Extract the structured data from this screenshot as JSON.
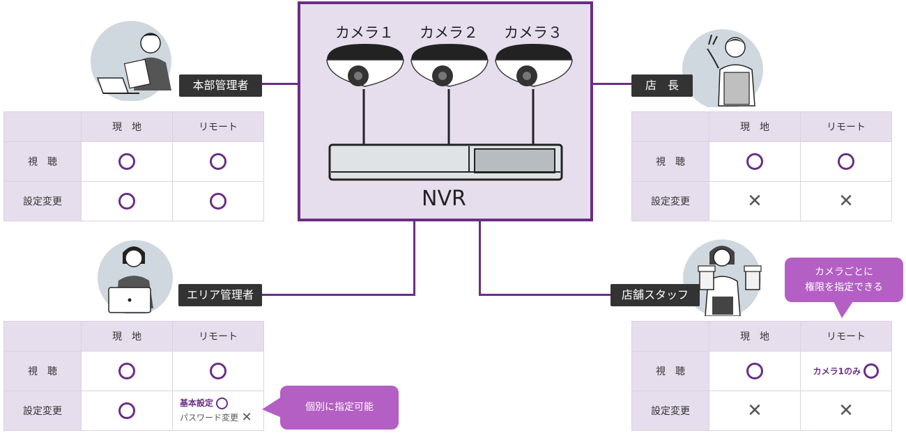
{
  "cameras": [
    "カメラ１",
    "カメラ２",
    "カメラ３"
  ],
  "nvr_label": "NVR",
  "table_headers": {
    "onsite": "現　地",
    "remote": "リモート"
  },
  "row_labels": {
    "view": "視　聴",
    "settings": "設定変更"
  },
  "roles": [
    {
      "name": "本部管理者",
      "view_onsite": "o",
      "view_remote": "o",
      "set_onsite": "o",
      "set_remote": "o"
    },
    {
      "name": "店　長",
      "view_onsite": "o",
      "view_remote": "o",
      "set_onsite": "x",
      "set_remote": "x"
    },
    {
      "name": "エリア管理者",
      "view_onsite": "o",
      "view_remote": "o",
      "set_onsite": "o",
      "set_remote": "custom"
    },
    {
      "name": "店舗スタッフ",
      "view_onsite": "o",
      "view_remote": "custom",
      "set_onsite": "x",
      "set_remote": "x"
    }
  ],
  "area_manager_remote_settings": {
    "basic": "基本設定",
    "password": "パスワード変更"
  },
  "staff_remote_view_note": "カメラ1のみ",
  "callouts": {
    "individual": "個別に指定可能",
    "per_camera_line1": "カメラごとに",
    "per_camera_line2": "権限を指定できる"
  },
  "colors": {
    "accent": "#6a2d86",
    "header_bg": "#e6deed",
    "callout": "#b35fc4",
    "role_bg": "#333333"
  }
}
